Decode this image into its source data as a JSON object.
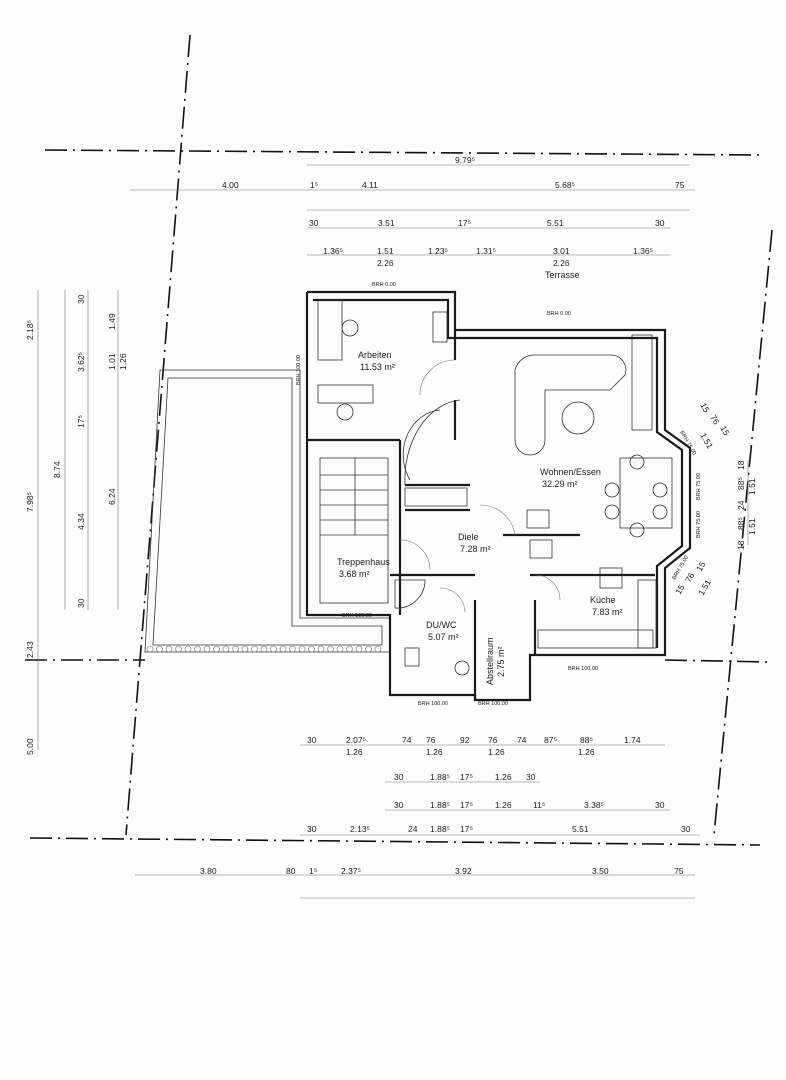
{
  "rooms": [
    {
      "name": "Arbeiten",
      "area": "11.53 m²"
    },
    {
      "name": "Wohnen/Essen",
      "area": "32.29 m²"
    },
    {
      "name": "Diele",
      "area": "7.28 m²"
    },
    {
      "name": "Treppenhaus",
      "area": "3.68 m²"
    },
    {
      "name": "DU/WC",
      "area": "5.07 m²"
    },
    {
      "name": "Abstellraum",
      "area": "2.75 m²"
    },
    {
      "name": "Küche",
      "area": "7.83 m²"
    }
  ],
  "terrace_label": "Terrasse",
  "sill_heights": [
    "BRH 0.00",
    "BRH 0.00",
    "BRH 100.00",
    "BRH 100.00",
    "BRH 100.00",
    "BRH 100.00",
    "BRH 100.00",
    "BRH 75.00",
    "BRH 75.00",
    "BRH 75.00",
    "BRH 75.00"
  ],
  "dimensions_top": {
    "overall": "9.79⁵",
    "row1": [
      "4.00",
      "1⁵",
      "4.11",
      "5.68⁵",
      "75"
    ],
    "row2": [
      "30",
      "3.51",
      "17⁵",
      "5.51",
      "30"
    ],
    "row3": [
      "1.36⁵",
      "1.51",
      "1.23⁵",
      "1.31⁵",
      "3.01",
      "1.36⁵"
    ],
    "row3_heights": [
      "2.26",
      "2.26"
    ]
  },
  "dimensions_bottom": {
    "row1": [
      "30",
      "2.07⁵",
      "74",
      "76",
      "92",
      "76",
      "74",
      "87⁵",
      "88⁵",
      "1.74"
    ],
    "row1_heights": [
      "1.26",
      "1.26",
      "1.26",
      "1.26"
    ],
    "row2": [
      "30",
      "1.88⁵",
      "17⁵",
      "1.26",
      "30"
    ],
    "row3": [
      "30",
      "1.88⁵",
      "17⁵",
      "1.26",
      "11⁵",
      "3.38⁵",
      "30"
    ],
    "row4": [
      "30",
      "2.13⁵",
      "24",
      "1.88⁵",
      "17⁵",
      "5.51",
      "30"
    ],
    "row5": [
      "3.80",
      "80",
      "1⁵",
      "2.37⁵",
      "3.92",
      "3.50",
      "75"
    ]
  },
  "dimensions_left": {
    "outer": [
      "2.18⁵",
      "7.98⁵",
      "2.43",
      "5.00"
    ],
    "middle": [
      "8.74"
    ],
    "inner": [
      "30",
      "3.62⁵",
      "17⁵",
      "4.34",
      "30"
    ],
    "wall": [
      "1.49",
      "1.01",
      "1.26",
      "6.24"
    ]
  },
  "dimensions_right": {
    "bay_upper": [
      "15",
      "76",
      "15",
      "1.51"
    ],
    "bay_lower": [
      "15",
      "76",
      "15",
      "1.51"
    ],
    "side": [
      "18",
      "88⁵",
      "24",
      "88⁵",
      "18",
      "1.51",
      "1.51"
    ]
  }
}
